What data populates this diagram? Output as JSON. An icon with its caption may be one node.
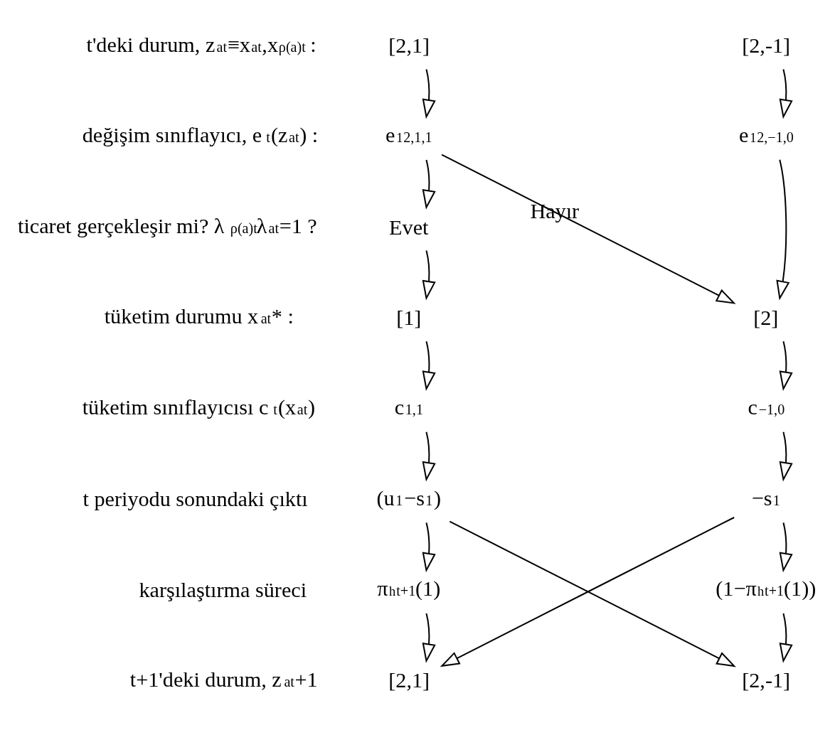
{
  "diagram": {
    "nodes": [
      {
        "text": [
          "[2,1]"
        ]
      },
      {
        "text": [
          "[2,-1]"
        ]
      },
      {
        "text": [
          "e$^{1}$$_{2,1,1}$"
        ]
      },
      {
        "text": [
          "e$^{1}$$_{2,−1,0}$"
        ]
      },
      {
        "text": [
          "Evet"
        ]
      },
      {
        "text": [
          "[1]"
        ]
      },
      {
        "text": [
          "[2]"
        ]
      },
      {
        "text": [
          "c$_{1,1}$"
        ]
      },
      {
        "text": [
          "c$_{−1,0}$"
        ]
      },
      {
        "text": [
          "(u$_{1}$−s$_{1}$)"
        ]
      },
      {
        "text": [
          "−s$_{1}$"
        ]
      },
      {
        "text": [
          "π$^{h}$$_{t+1}$(1)"
        ]
      },
      {
        "text": [
          "(1−π$^{h}$$_{t+1}$(1))"
        ]
      },
      {
        "text": [
          "[2,1]"
        ]
      },
      {
        "text": [
          "[2,-1]"
        ]
      }
    ],
    "edges": [
      {
        "from": 0,
        "to": 2,
        "arrow": "to"
      },
      {
        "from": 1,
        "to": 3,
        "arrow": "to"
      },
      {
        "from": 2,
        "to": 4,
        "arrow": "to"
      },
      {
        "from": 2,
        "to": 6,
        "arrow": "to",
        "label": "Hayır"
      },
      {
        "from": 3,
        "to": 6,
        "arrow": "to"
      },
      {
        "from": 4,
        "to": 5,
        "arrow": "to"
      },
      {
        "from": 5,
        "to": 7,
        "arrow": "to"
      },
      {
        "from": 6,
        "to": 8,
        "arrow": "to"
      },
      {
        "from": 7,
        "to": 9,
        "arrow": "to"
      },
      {
        "from": 8,
        "to": 10,
        "arrow": "to"
      },
      {
        "from": 9,
        "to": 11,
        "arrow": "to"
      },
      {
        "from": 9,
        "to": 14,
        "arrow": "to"
      },
      {
        "from": 10,
        "to": 12,
        "arrow": "to"
      },
      {
        "from": 10,
        "to": 13,
        "arrow": "to"
      },
      {
        "from": 11,
        "to": 13,
        "arrow": "to"
      },
      {
        "from": 12,
        "to": 14,
        "arrow": "to"
      }
    ],
    "labels": [
      "t'deki durum, z$_{at}$≡x$_{at}$,x$_{ρ(a)t}$ :",
      "değişim sınıflayıcı, e$_{t}$(z$_{at}$) :",
      "ticaret gerçekleşir mi? λ$_{ρ(a)t}$λ$_{at}$=1 ?",
      "tüketim durumu x$_{at}$* :",
      "tüketim sınıflayıcısı c$_{t}$(x$_{at}$)",
      "t periyodu sonundaki çıktı",
      "karşılaştırma süreci",
      "t+1'deki durum, z$_{at}$+1"
    ]
  }
}
